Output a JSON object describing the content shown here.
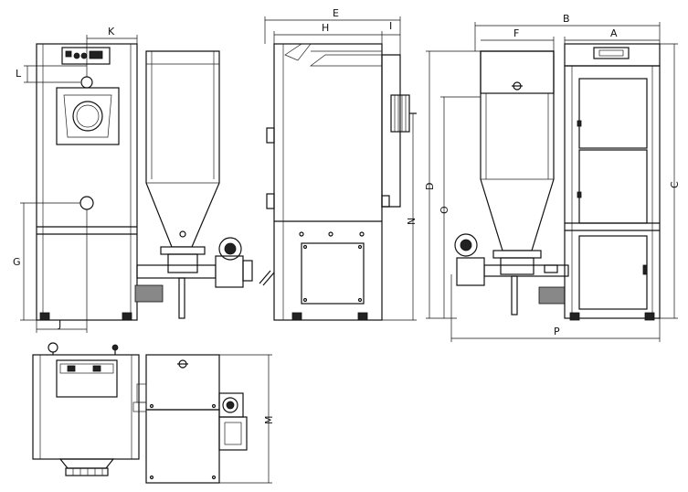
{
  "dimensions": {
    "A": "A",
    "B": "B",
    "C": "C",
    "D": "D",
    "E": "E",
    "F": "F",
    "G": "G",
    "H": "H",
    "I": "I",
    "J": "J",
    "K": "K",
    "L": "L",
    "M": "M",
    "N": "N",
    "O": "O",
    "P": "P"
  }
}
